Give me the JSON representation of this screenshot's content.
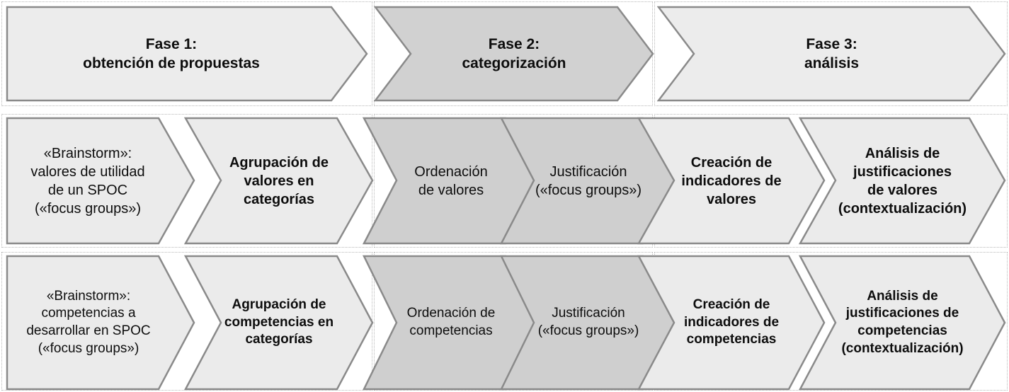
{
  "diagram": {
    "title_visible": false,
    "colors": {
      "phase_light": "#ececec",
      "phase_dark": "#d1d1d1",
      "step_light": "#ebebeb",
      "step_dark": "#cfcfcf",
      "stroke": "#8a8a8a",
      "text": "#0d0d0d",
      "background": "#ffffff"
    },
    "phases": [
      {
        "id": "fase-1",
        "label": "Fase 1:\nobtención de propuestas",
        "shade": "light"
      },
      {
        "id": "fase-2",
        "label": "Fase 2:\ncategorización",
        "shade": "dark"
      },
      {
        "id": "fase-3",
        "label": "Fase 3:\nanálisis",
        "shade": "light"
      }
    ],
    "rows": [
      {
        "id": "row-values",
        "steps": [
          {
            "id": "brainstorm-valores",
            "label": "«Brainstorm»:\nvalores de utilidad\nde un SPOC\n(«focus groups»)",
            "shade": "light",
            "bold": false,
            "phase": "fase-1"
          },
          {
            "id": "agrupacion-valores",
            "label": "Agrupación de\nvalores en\ncategorías",
            "shade": "light",
            "bold": true,
            "phase": "fase-1"
          },
          {
            "id": "ordenacion-valores",
            "label": "Ordenación\nde valores",
            "shade": "dark",
            "bold": false,
            "phase": "fase-2"
          },
          {
            "id": "justificacion-valores",
            "label": "Justificación\n(«focus groups»)",
            "shade": "dark",
            "bold": false,
            "phase": "fase-2"
          },
          {
            "id": "indicadores-valores",
            "label": "Creación de\nindicadores de\nvalores",
            "shade": "light",
            "bold": true,
            "phase": "fase-3"
          },
          {
            "id": "analisis-valores",
            "label": "Análisis de\njustificaciones\nde valores\n(contextualización)",
            "shade": "light",
            "bold": true,
            "phase": "fase-3"
          }
        ]
      },
      {
        "id": "row-competences",
        "steps": [
          {
            "id": "brainstorm-competencias",
            "label": "«Brainstorm»:\ncompetencias a\ndesarrollar en SPOC\n(«focus groups»)",
            "shade": "light",
            "bold": false,
            "phase": "fase-1"
          },
          {
            "id": "agrupacion-competencias",
            "label": "Agrupación de\ncompetencias en\ncategorías",
            "shade": "light",
            "bold": true,
            "phase": "fase-1"
          },
          {
            "id": "ordenacion-competencias",
            "label": "Ordenación de\ncompetencias",
            "shade": "dark",
            "bold": false,
            "phase": "fase-2"
          },
          {
            "id": "justificacion-competencias",
            "label": "Justificación\n(«focus groups»)",
            "shade": "dark",
            "bold": false,
            "phase": "fase-2"
          },
          {
            "id": "indicadores-competencias",
            "label": "Creación de\nindicadores de\ncompetencias",
            "shade": "light",
            "bold": true,
            "phase": "fase-3"
          },
          {
            "id": "analisis-competencias",
            "label": "Análisis de\njustificaciones de\ncompetencias\n(contextualización)",
            "shade": "light",
            "bold": true,
            "phase": "fase-3"
          }
        ]
      }
    ]
  }
}
